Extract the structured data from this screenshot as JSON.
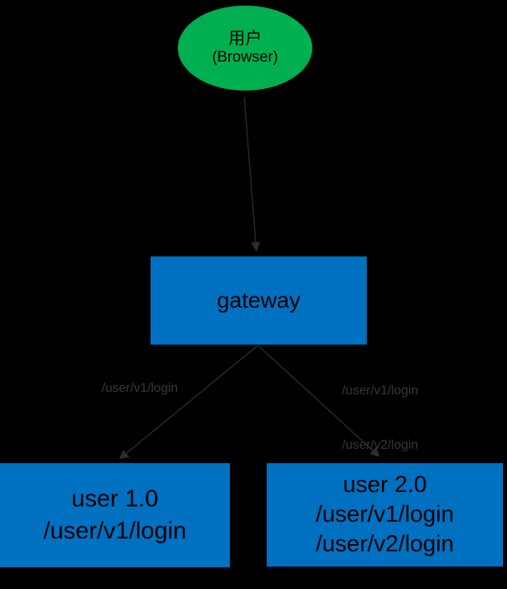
{
  "colors": {
    "background": "#000000",
    "user_node": "#00b050",
    "service_node": "#0070c0",
    "node_text": "#000000",
    "edge": "#2e2e2e",
    "edge_label": "#383838"
  },
  "nodes": {
    "user": {
      "line1": "用户",
      "line2": "(Browser)"
    },
    "gateway": {
      "label": "gateway"
    },
    "user_v1": {
      "line1": "user 1.0",
      "line2": "/user/v1/login"
    },
    "user_v2": {
      "line1": "user 2.0",
      "line2": "/user/v1/login",
      "line3": "/user/v2/login"
    }
  },
  "edge_labels": {
    "left": "/user/v1/login",
    "right_top": "/user/v1/login",
    "right_bottom": "/user/v2/login"
  }
}
